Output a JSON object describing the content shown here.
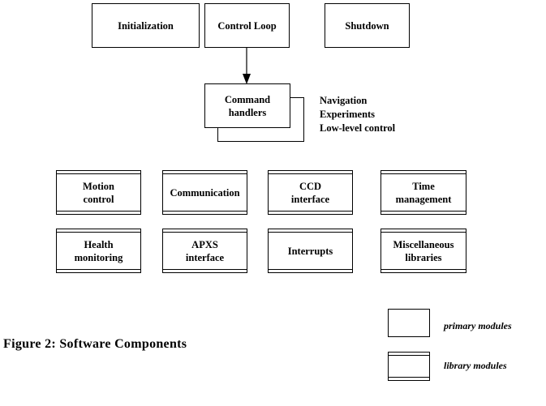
{
  "top_modules": [
    {
      "label": "Initialization"
    },
    {
      "label": "Control Loop"
    },
    {
      "label": "Shutdown"
    }
  ],
  "command_handlers": {
    "label_line1": "Command",
    "label_line2": "handlers",
    "types": [
      "Navigation",
      "Experiments",
      "Low-level control"
    ]
  },
  "library_modules": [
    {
      "line1": "Motion",
      "line2": "control"
    },
    {
      "line1": "Communication",
      "line2": ""
    },
    {
      "line1": "CCD",
      "line2": "interface"
    },
    {
      "line1": "Time",
      "line2": "management"
    },
    {
      "line1": "Health",
      "line2": "monitoring"
    },
    {
      "line1": "APXS",
      "line2": "interface"
    },
    {
      "line1": "Interrupts",
      "line2": ""
    },
    {
      "line1": "Miscellaneous",
      "line2": "libraries"
    }
  ],
  "caption": "Figure 2: Software Components",
  "legend": {
    "primary": "primary modules",
    "library": "library modules"
  }
}
